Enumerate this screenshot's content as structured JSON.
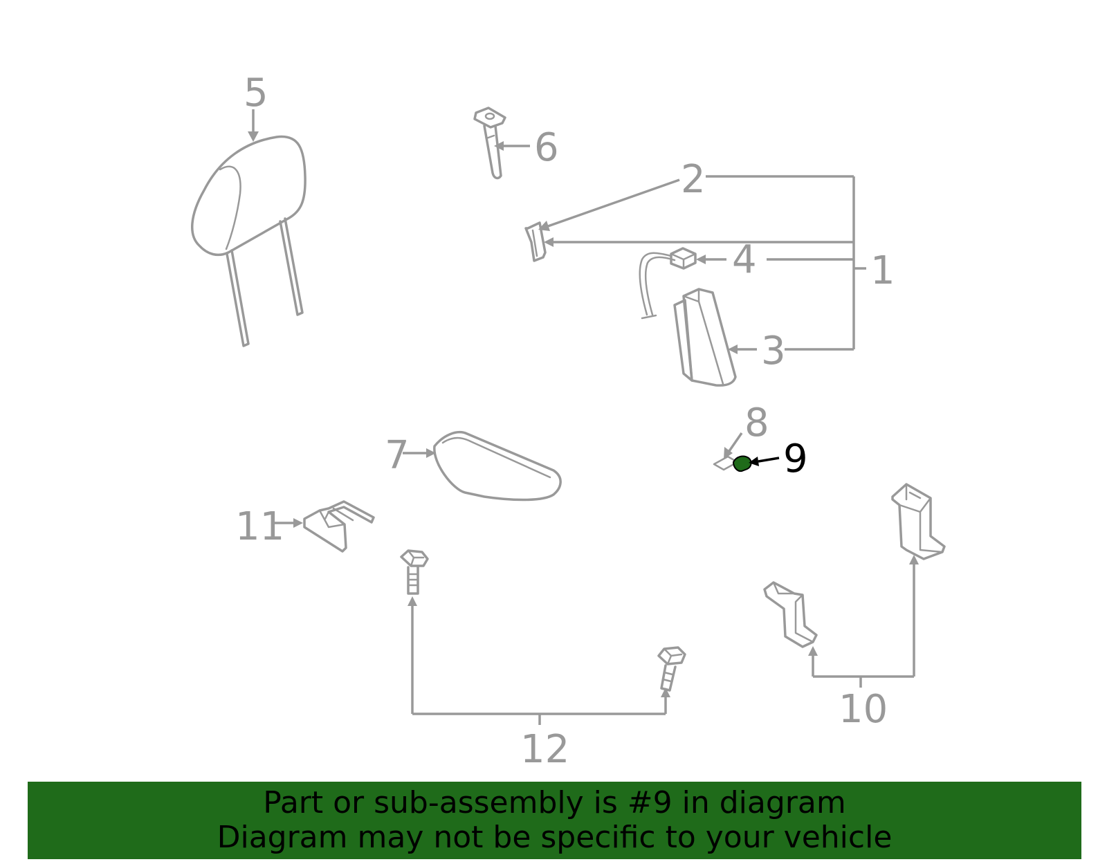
{
  "diagram": {
    "highlighted_callout": "9",
    "callouts": {
      "c1": "1",
      "c2": "2",
      "c3": "3",
      "c4": "4",
      "c5": "5",
      "c6": "6",
      "c7": "7",
      "c8": "8",
      "c9": "9",
      "c10": "10",
      "c11": "11",
      "c12": "12"
    },
    "colors": {
      "line": "#999999",
      "highlight_fill": "#1f6b1a",
      "banner_bg": "#1f6b1a",
      "active_text": "#000000"
    }
  },
  "banner": {
    "line1": "Part or sub-assembly is #9 in diagram",
    "line2": "Diagram may not be specific to your vehicle"
  }
}
